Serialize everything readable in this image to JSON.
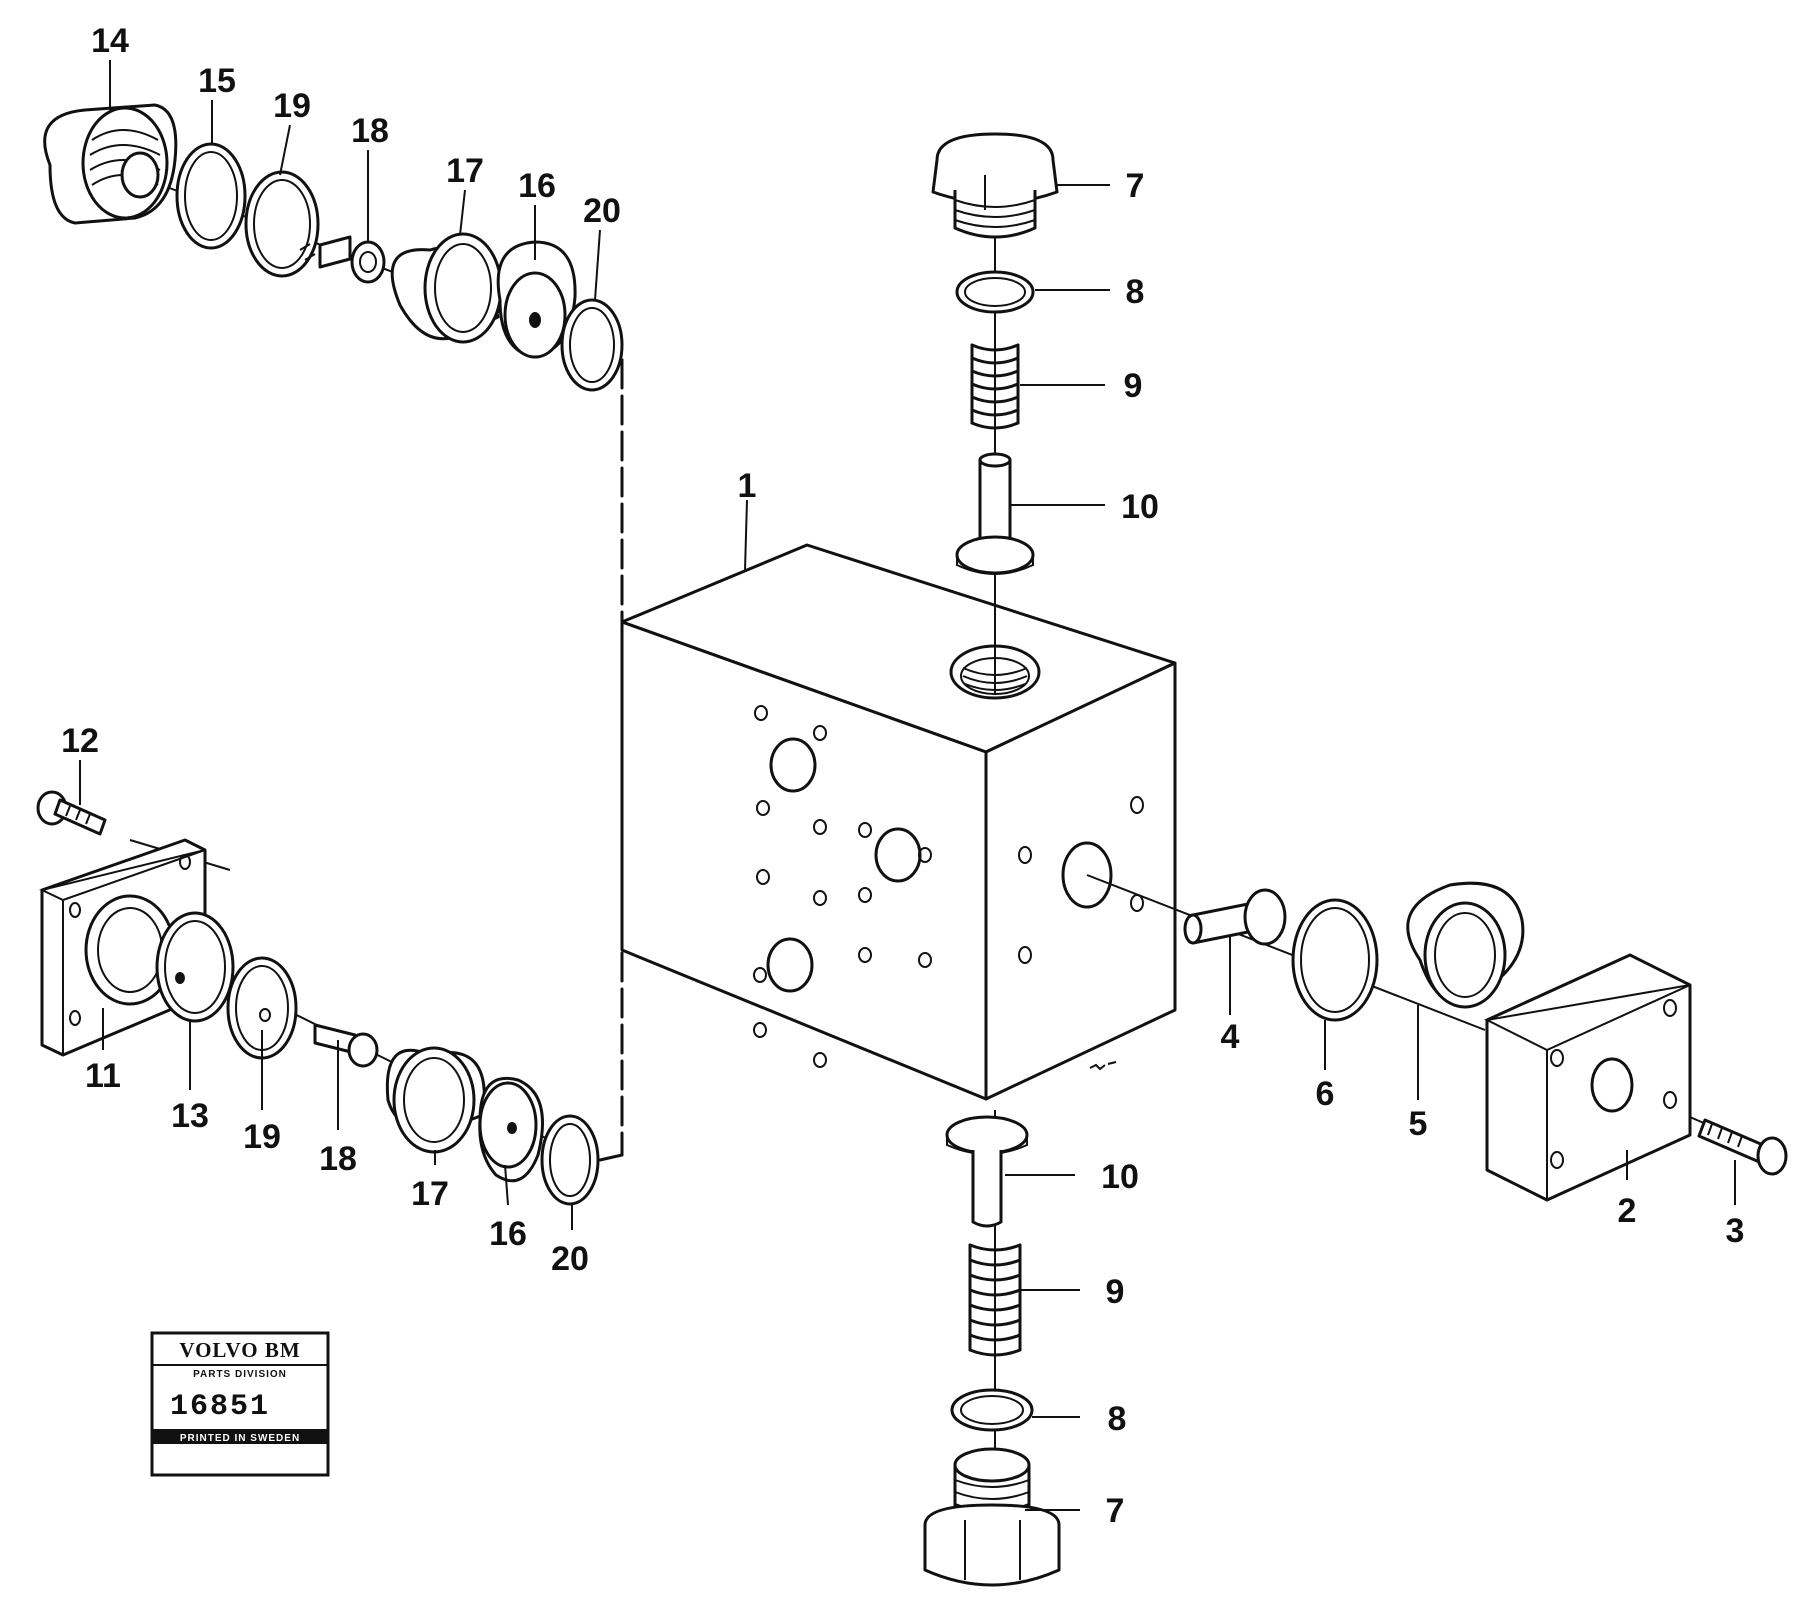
{
  "diagram": {
    "callouts": {
      "c1": "1",
      "c2": "2",
      "c3": "3",
      "c4": "4",
      "c5": "5",
      "c6": "6",
      "c7_top": "7",
      "c8_top": "8",
      "c9_top": "9",
      "c10_top": "10",
      "c10_bottom": "10",
      "c9_bottom": "9",
      "c8_bottom": "8",
      "c7_bottom": "7",
      "c11": "11",
      "c12": "12",
      "c13": "13",
      "c14": "14",
      "c15": "15",
      "c16_top": "16",
      "c17_top": "17",
      "c18_top": "18",
      "c19_top": "19",
      "c20_top": "20",
      "c16_bottom": "16",
      "c17_bottom": "17",
      "c18_bottom": "18",
      "c19_bottom": "19",
      "c20_bottom": "20"
    },
    "stamp": {
      "brand": "VOLVO BM",
      "division": "PARTS DIVISION",
      "number": "16851",
      "footer": "PRINTED IN SWEDEN"
    }
  }
}
